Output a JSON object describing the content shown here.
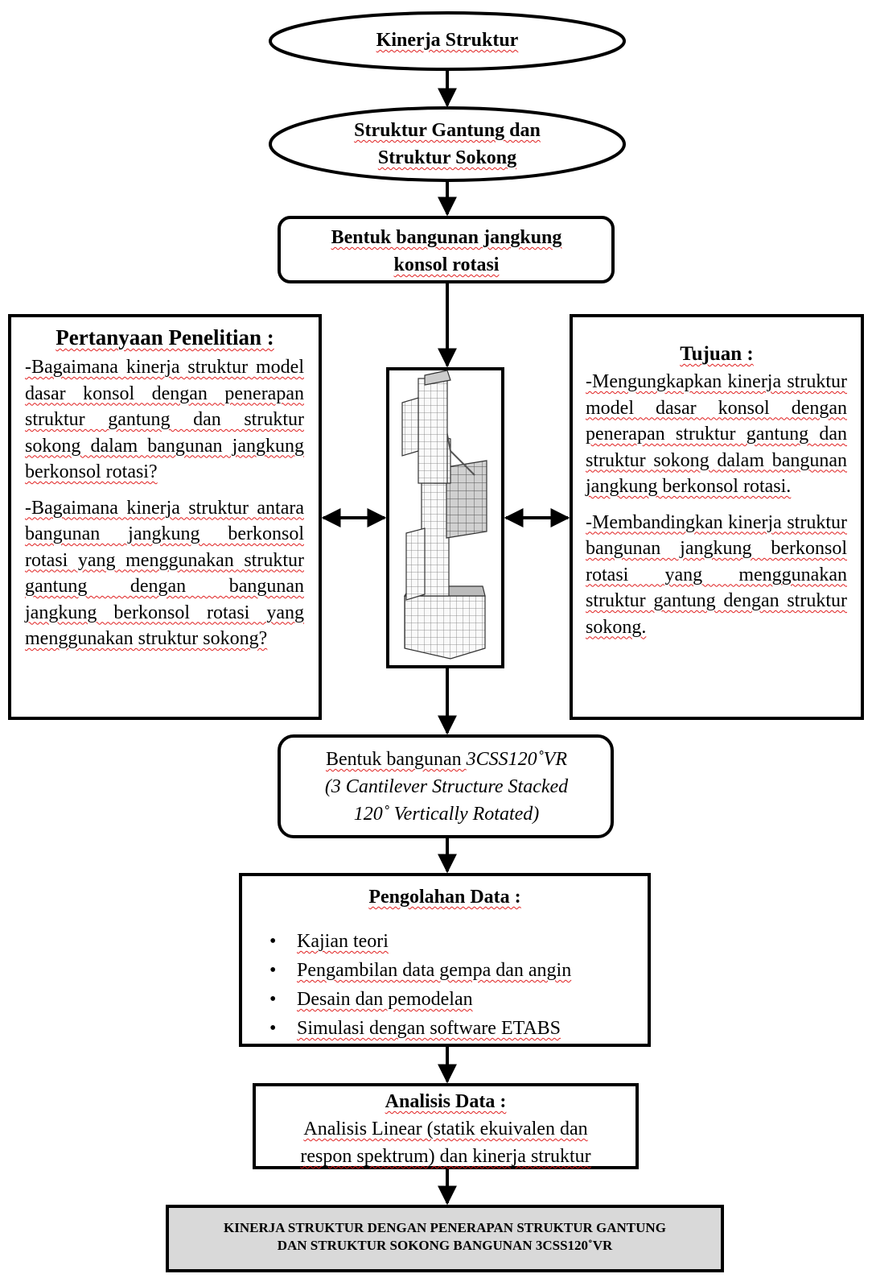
{
  "nodes": {
    "kinerja_struktur": "Kinerja Struktur",
    "gantung_sokong": [
      "Struktur Gantung dan",
      "Struktur Sokong"
    ],
    "bentuk_bangunan": [
      "Bentuk bangunan jangkung",
      "konsol rotasi"
    ],
    "pertanyaan": {
      "title": "Pertanyaan Penelitian :",
      "items": [
        "-Bagaimana kinerja struktur model dasar konsol dengan penerapan struktur gantung dan struktur sokong dalam bangunan jangkung berkonsol rotasi?",
        "-Bagaimana kinerja struktur antara bangunan jangkung berkonsol rotasi yang menggunakan struktur gantung dengan bangunan jangkung berkonsol rotasi yang menggunakan struktur sokong?"
      ]
    },
    "tujuan": {
      "title": "Tujuan :",
      "items": [
        "-Mengungkapkan kinerja struktur model dasar konsol dengan penerapan struktur gantung dan struktur sokong dalam bangunan jangkung berkonsol rotasi.",
        "-Membandingkan kinerja struktur bangunan jangkung berkonsol rotasi yang menggunakan struktur gantung dengan struktur sokong."
      ]
    },
    "bentuk_3css": {
      "line1_prefix": "Bentuk bangunan ",
      "line1_code": "3CSS120˚VR",
      "line2": "(3 Cantilever Structure Stacked",
      "line3": "120˚ Vertically Rotated)"
    },
    "pengolahan": {
      "title": "Pengolahan Data :",
      "items": [
        "Kajian teori",
        "Pengambilan data gempa dan angin",
        "Desain dan pemodelan",
        "Simulasi dengan software ETABS"
      ]
    },
    "analisis": {
      "title": "Analisis Data :",
      "lines": [
        "Analisis Linear (statik ekuivalen dan",
        "respon spektrum) dan kinerja struktur"
      ]
    },
    "hasil": [
      "KINERJA STRUKTUR DENGAN PENERAPAN STRUKTUR GANTUNG",
      "DAN STRUKTUR SOKONG BANGUNAN 3CSS120˚VR"
    ]
  },
  "colors": {
    "stroke": "#000000",
    "final_fill": "#d9d9d9",
    "squiggle": "#e02020"
  }
}
